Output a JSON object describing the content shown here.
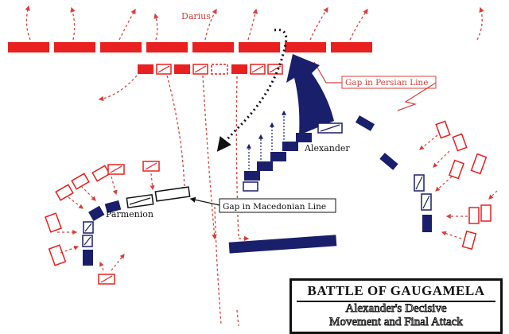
{
  "labels": {
    "darius": "Darius",
    "gap_persian": "Gap in Persian Line",
    "alexander": "Alexander",
    "parmenion": "Parmenion",
    "gap_macedonian": "Gap in Macedonian Line"
  },
  "title": {
    "line1": "BATTLE OF GAUGAMELA",
    "line2": "Alexander's Decisive",
    "line3": "Movement and Final Attack"
  },
  "colors": {
    "persian": "#e8201f",
    "macedonian": "#1a1f6b",
    "persian_dashed": "#d9403a",
    "macedonian_dashed": "#1a1f6b"
  }
}
